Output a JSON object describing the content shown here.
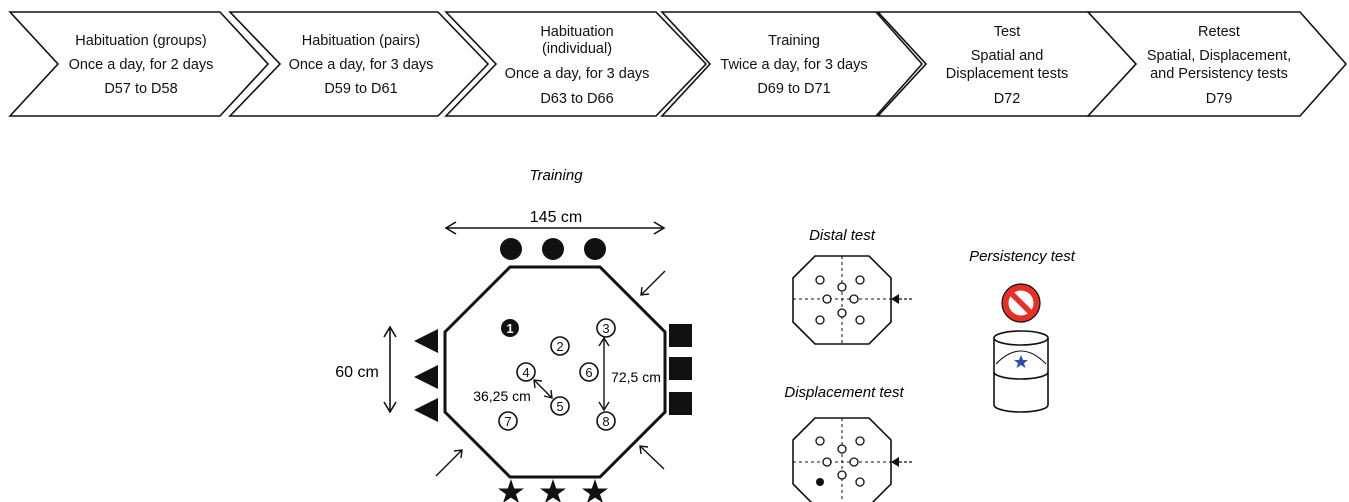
{
  "timeline": [
    {
      "lines": [
        "Habituation (groups)",
        "Once a day, for 2 days",
        "D57 to D58"
      ]
    },
    {
      "lines": [
        "Habituation (pairs)",
        "Once a day, for 3 days",
        "D59 to D61"
      ]
    },
    {
      "lines": [
        "Habituation",
        "(individual)",
        "Once a day, for 3 days",
        "D63 to D66"
      ]
    },
    {
      "lines": [
        "Training",
        "Twice a day, for 3 days",
        "D69 to D71"
      ]
    },
    {
      "lines": [
        "Test",
        "Spatial and",
        "Displacement tests",
        "D72"
      ]
    },
    {
      "lines": [
        "Retest",
        "Spatial, Displacement,",
        "and Persistency tests",
        "D79"
      ]
    }
  ],
  "training": {
    "title": "Training",
    "width_label": "145 cm",
    "height_label": "60 cm",
    "dist_diag_label": "36,25 cm",
    "dist_vert_label": "72,5 cm",
    "wells": [
      "1",
      "2",
      "3",
      "4",
      "5",
      "6",
      "7",
      "8"
    ],
    "baited_well": "1"
  },
  "distal_test": {
    "title": "Distal test"
  },
  "displacement_test": {
    "title": "Displacement test"
  },
  "persistency_test": {
    "title": "Persistency test"
  },
  "colors": {
    "line": "#111111",
    "star_blue": "#2a4fa8",
    "no_sign_red": "#e3312a"
  }
}
